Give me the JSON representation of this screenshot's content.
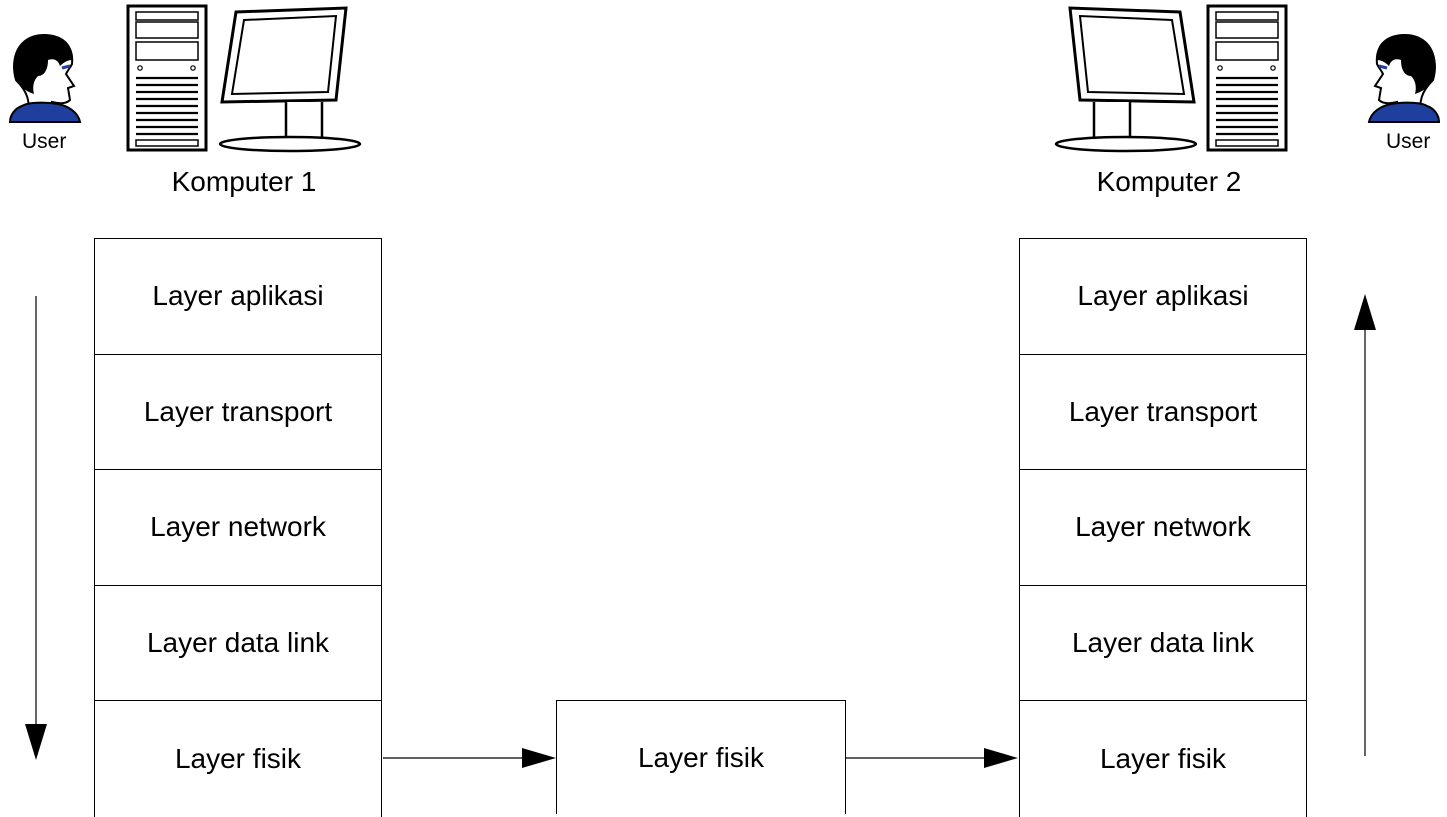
{
  "left": {
    "user_label": "User",
    "computer_label": "Komputer 1",
    "layers": [
      "Layer aplikasi",
      "Layer transport",
      "Layer network",
      "Layer data link",
      "Layer fisik"
    ]
  },
  "right": {
    "user_label": "User",
    "computer_label": "Komputer 2",
    "layers": [
      "Layer aplikasi",
      "Layer transport",
      "Layer network",
      "Layer data link",
      "Layer fisik"
    ]
  },
  "middle": {
    "label": "Layer fisik"
  },
  "colors": {
    "line": "#000000",
    "user_shirt": "#1f3f9f",
    "user_hair": "#000000"
  },
  "icons": {
    "user": "user-icon",
    "tower": "computer-tower-icon",
    "monitor": "monitor-icon"
  }
}
